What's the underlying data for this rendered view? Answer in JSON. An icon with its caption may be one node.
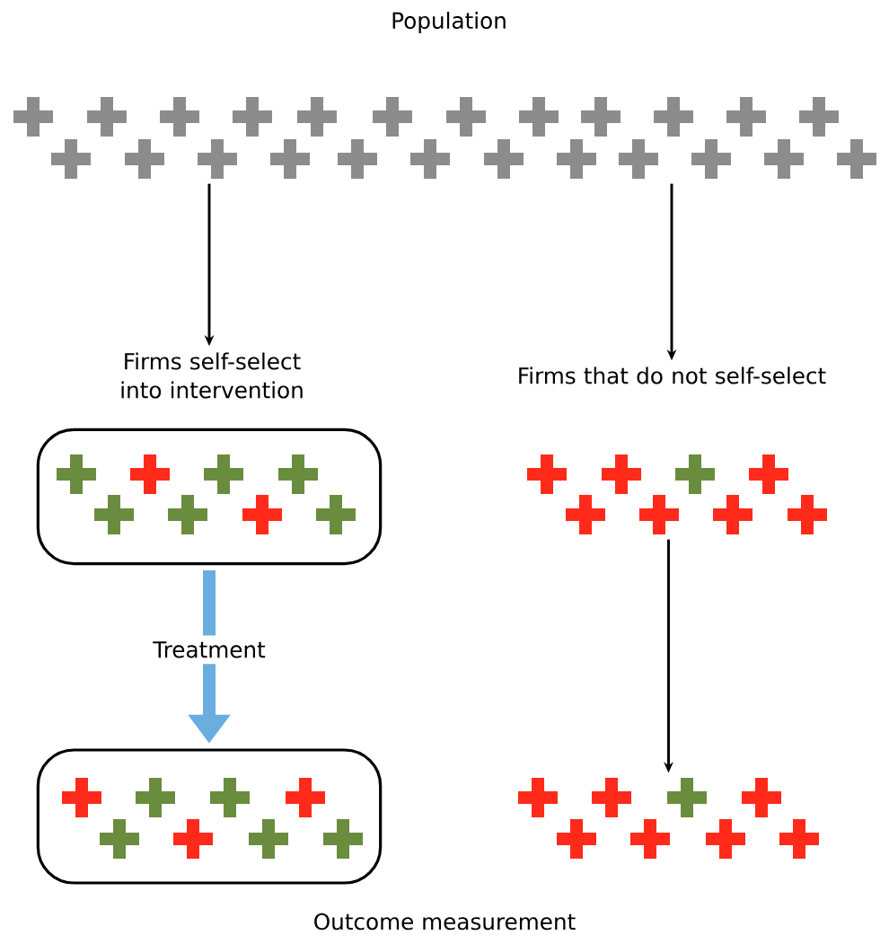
{
  "diagram": {
    "nodes": [
      {
        "text": [
          "Population"
        ]
      },
      {
        "text": [
          "Firms self-select into intervention"
        ]
      },
      {
        "text": [
          "Firms that do not self-select"
        ]
      },
      {
        "text": [],
        "shape": "box"
      },
      {
        "text": [],
        "shape": "picture"
      }
    ],
    "edges": [
      {
        "from": 0,
        "to": 1,
        "arrow": "to"
      },
      {
        "from": 0,
        "to": 2,
        "arrow": "to"
      },
      {
        "from": 1,
        "to": 3,
        "arrow": "to",
        "label": "Treatment",
        "style": "thick",
        "color": "#6aaee0"
      },
      {
        "from": 2,
        "to": 4,
        "arrow": "to"
      }
    ],
    "labels": [
      "Outcome measurement"
    ]
  }
}
